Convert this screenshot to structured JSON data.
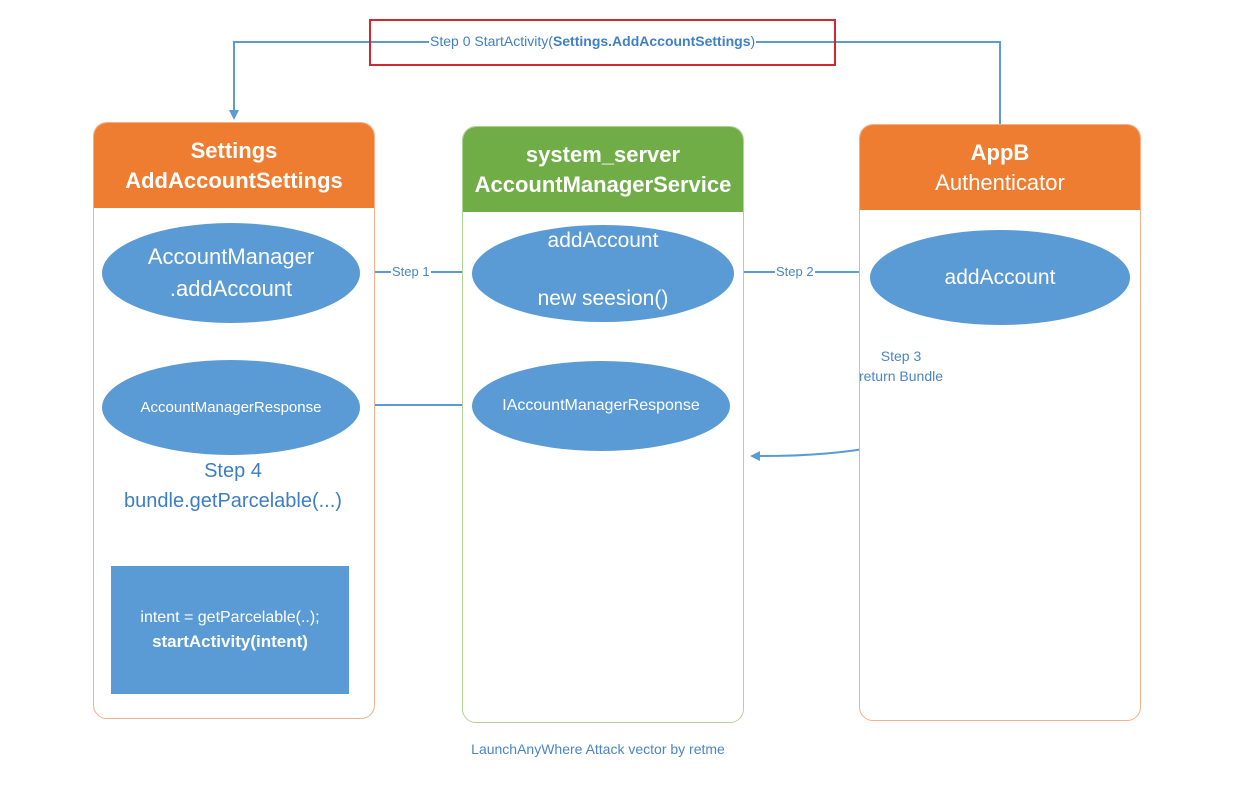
{
  "step0": {
    "prefix": "Step 0  StartActivity(",
    "target": "Settings.AddAccountSettings",
    "suffix": ")"
  },
  "panels": {
    "settings": {
      "title": "Settings",
      "subtitle": "AddAccountSettings"
    },
    "system_server": {
      "title": "system_server",
      "subtitle": "AccountManagerService"
    },
    "appb": {
      "title": "AppB",
      "subtitle": "Authenticator"
    }
  },
  "nodes": {
    "account_manager_add": {
      "line1": "AccountManager",
      "line2": ".addAccount"
    },
    "account_manager_response": {
      "label": "AccountManagerResponse"
    },
    "ams_add_account": {
      "line1": "addAccount",
      "line2": "new seesion()"
    },
    "iaccount_manager_response": {
      "label": "IAccountManagerResponse"
    },
    "appb_add_account": {
      "label": "addAccount"
    }
  },
  "steps": {
    "step1": "Step 1",
    "step2": "Step 2",
    "step3_line1": "Step 3",
    "step3_line2": "return Bundle",
    "step4_line1": "Step 4",
    "step4_line2": "bundle.getParcelable(...)"
  },
  "code_box": {
    "line1": "intent = getParcelable(..);",
    "line2": "startActivity(intent)"
  },
  "caption": "LaunchAnyWhere Attack vector by retme",
  "colors": {
    "orange_header": "#ee7d31",
    "green_header": "#70ad47",
    "node_blue": "#5b9bd5",
    "arrow_blue": "#5b9bd5",
    "highlight_red": "#d6252c"
  }
}
